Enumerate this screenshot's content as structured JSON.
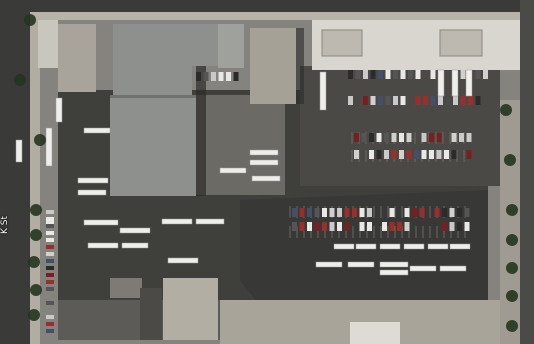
{
  "map": {
    "street_labels": [
      "K St"
    ],
    "feature_icons": [
      "parking-lot",
      "bus-depot",
      "flat-roof-building",
      "street",
      "tree"
    ],
    "colors": {
      "asphalt": "#3e3e3b",
      "asphalt_light": "#5a5a56",
      "roof_gray": "#8c8f8c",
      "roof_white": "#d8d6d0",
      "sidewalk": "#b9b4aa",
      "road": "#2c2c2b",
      "tree": "#23351f",
      "bus_white": "#eeeeea"
    }
  }
}
